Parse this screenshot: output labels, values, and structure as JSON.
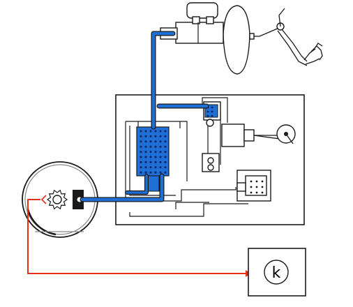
{
  "colors": {
    "hydraulic": "#1f6fd6",
    "signal": "#e0301e",
    "outline": "#1a1a1a",
    "background": "#ffffff",
    "dot": "#0a2a6e"
  },
  "control_unit": {
    "symbol": "k",
    "icon": "tachometer-dial-icon"
  },
  "components": [
    "master-cylinder",
    "brake-booster",
    "brake-pedal",
    "valve-block",
    "solenoid-valve",
    "inlet-valve",
    "outlet-valve",
    "return-pump",
    "accumulator",
    "wheel-brake",
    "wheel-speed-sensor",
    "control-unit"
  ]
}
